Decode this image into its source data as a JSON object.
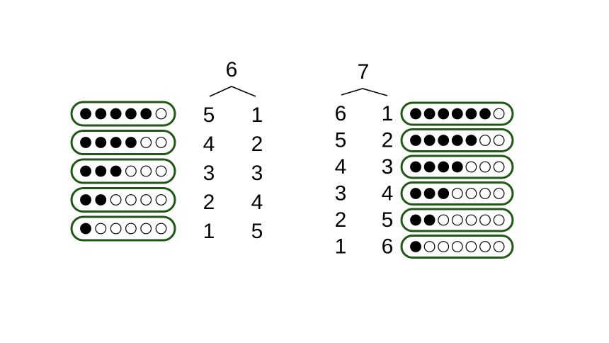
{
  "colors": {
    "border": "#1f5714",
    "filled": "#000000",
    "empty": "#ffffff",
    "text": "#000000"
  },
  "six": {
    "total": "6",
    "pairs": [
      {
        "left": "5",
        "right": "1"
      },
      {
        "left": "4",
        "right": "2"
      },
      {
        "left": "3",
        "right": "3"
      },
      {
        "left": "2",
        "right": "4"
      },
      {
        "left": "1",
        "right": "5"
      }
    ],
    "bead_frames": [
      {
        "filled": 5,
        "total": 6
      },
      {
        "filled": 4,
        "total": 6
      },
      {
        "filled": 3,
        "total": 6
      },
      {
        "filled": 2,
        "total": 6
      },
      {
        "filled": 1,
        "total": 6
      }
    ]
  },
  "seven": {
    "total": "7",
    "pairs": [
      {
        "left": "6",
        "right": "1"
      },
      {
        "left": "5",
        "right": "2"
      },
      {
        "left": "4",
        "right": "3"
      },
      {
        "left": "3",
        "right": "4"
      },
      {
        "left": "2",
        "right": "5"
      },
      {
        "left": "1",
        "right": "6"
      }
    ],
    "bead_frames": [
      {
        "filled": 6,
        "total": 7
      },
      {
        "filled": 5,
        "total": 7
      },
      {
        "filled": 4,
        "total": 7
      },
      {
        "filled": 3,
        "total": 7
      },
      {
        "filled": 2,
        "total": 7
      },
      {
        "filled": 1,
        "total": 7
      }
    ]
  }
}
